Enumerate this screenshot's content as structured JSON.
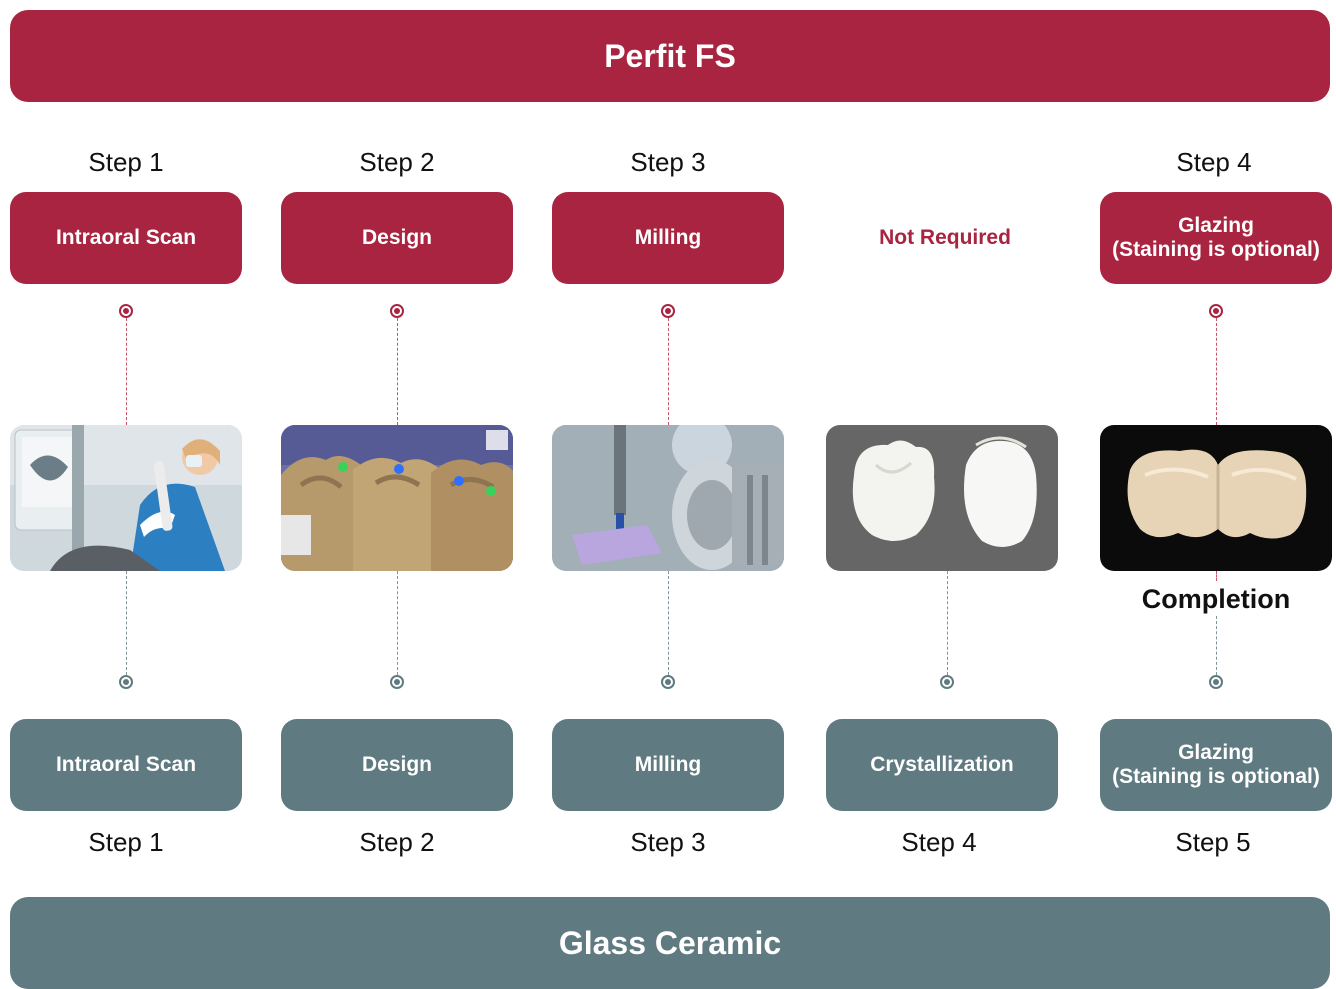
{
  "top_banner": {
    "title": "Perfit FS",
    "color": "#a92440"
  },
  "bottom_banner": {
    "title": "Glass Ceramic",
    "color": "#5f7a80"
  },
  "columns": [
    {
      "top_step": "Step 1",
      "top_box": [
        "Intraoral Scan"
      ],
      "bottom_box": [
        "Intraoral Scan"
      ],
      "bottom_step": "Step 1",
      "photo": "intraoral-scan-photo"
    },
    {
      "top_step": "Step 2",
      "top_box": [
        "Design"
      ],
      "bottom_box": [
        "Design"
      ],
      "bottom_step": "Step 2",
      "photo": "design-software-photo"
    },
    {
      "top_step": "Step 3",
      "top_box": [
        "Milling"
      ],
      "bottom_box": [
        "Milling"
      ],
      "bottom_step": "Step 3",
      "photo": "milling-machine-photo"
    },
    {
      "top_step": "",
      "top_box": [
        "Not Required"
      ],
      "bottom_box": [
        "Crystallization"
      ],
      "bottom_step": "Step 4",
      "photo": "crowns-photo"
    },
    {
      "top_step": "Step 4",
      "top_box": [
        "Glazing",
        "(Staining is optional)"
      ],
      "bottom_box": [
        "Glazing",
        "(Staining is optional)"
      ],
      "bottom_step": "Step 5",
      "photo": "bridge-photo"
    }
  ],
  "completion_label": "Completion"
}
